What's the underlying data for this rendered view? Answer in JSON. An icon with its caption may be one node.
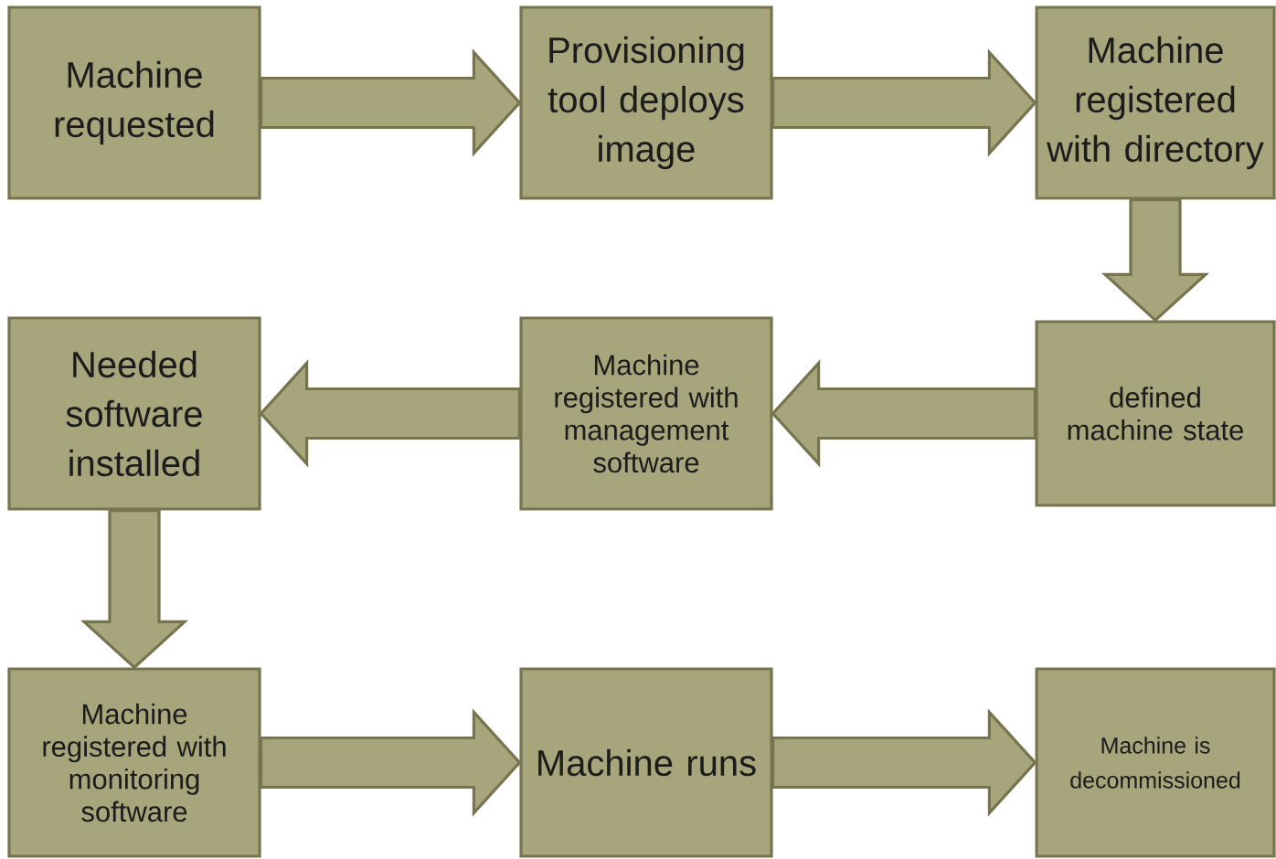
{
  "diagram": {
    "nodes": [
      {
        "text": [
          "Machine requested"
        ]
      },
      {
        "text": [
          "Provisioning tool deploys image"
        ]
      },
      {
        "text": [
          "Machine registered with directory"
        ]
      },
      {
        "text": [
          "defined machine state"
        ]
      },
      {
        "text": [
          "Machine registered with management software"
        ]
      },
      {
        "text": [
          "Needed software installed"
        ]
      },
      {
        "text": [
          "Machine registered with monitoring software"
        ]
      },
      {
        "text": [
          "Machine runs"
        ]
      },
      {
        "text": [
          "Machine is decommissioned"
        ]
      }
    ],
    "edges": [
      {
        "from": 0,
        "to": 1,
        "arrow": "to"
      },
      {
        "from": 1,
        "to": 2,
        "arrow": "to"
      },
      {
        "from": 2,
        "to": 3,
        "arrow": "to"
      },
      {
        "from": 3,
        "to": 4,
        "arrow": "to"
      },
      {
        "from": 4,
        "to": 5,
        "arrow": "to"
      },
      {
        "from": 5,
        "to": 6,
        "arrow": "to"
      },
      {
        "from": 6,
        "to": 7,
        "arrow": "to"
      },
      {
        "from": 7,
        "to": 8,
        "arrow": "to"
      }
    ]
  }
}
